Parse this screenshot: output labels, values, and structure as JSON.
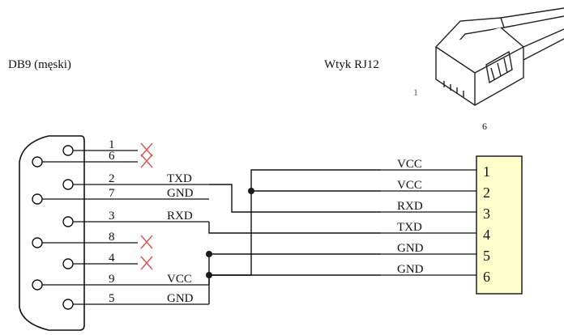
{
  "labels": {
    "db9_title": "DB9 (męski)",
    "rj12_title": "Wtyk RJ12",
    "rj12_pin_first": "1",
    "rj12_pin_last": "6"
  },
  "db9_rows": [
    {
      "pin": "1",
      "signal": "",
      "status": "not-connected"
    },
    {
      "pin": "6",
      "signal": "",
      "status": "not-connected"
    },
    {
      "pin": "2",
      "signal": "TXD",
      "status": "connected"
    },
    {
      "pin": "7",
      "signal": "GND",
      "status": "connected"
    },
    {
      "pin": "3",
      "signal": "RXD",
      "status": "connected"
    },
    {
      "pin": "8",
      "signal": "",
      "status": "not-connected"
    },
    {
      "pin": "4",
      "signal": "",
      "status": "not-connected"
    },
    {
      "pin": "9",
      "signal": "VCC",
      "status": "connected"
    },
    {
      "pin": "5",
      "signal": "GND",
      "status": "connected"
    }
  ],
  "rj12_pins": [
    {
      "pin": "1",
      "signal": "VCC"
    },
    {
      "pin": "2",
      "signal": "VCC"
    },
    {
      "pin": "3",
      "signal": "RXD"
    },
    {
      "pin": "4",
      "signal": "TXD"
    },
    {
      "pin": "5",
      "signal": "GND"
    },
    {
      "pin": "6",
      "signal": "GND"
    }
  ],
  "colors": {
    "line": "#111111",
    "no_connect": "#d9534f",
    "rj12_fill": "#ffffcc",
    "rj12_pin_label": "#2a6f9a"
  }
}
